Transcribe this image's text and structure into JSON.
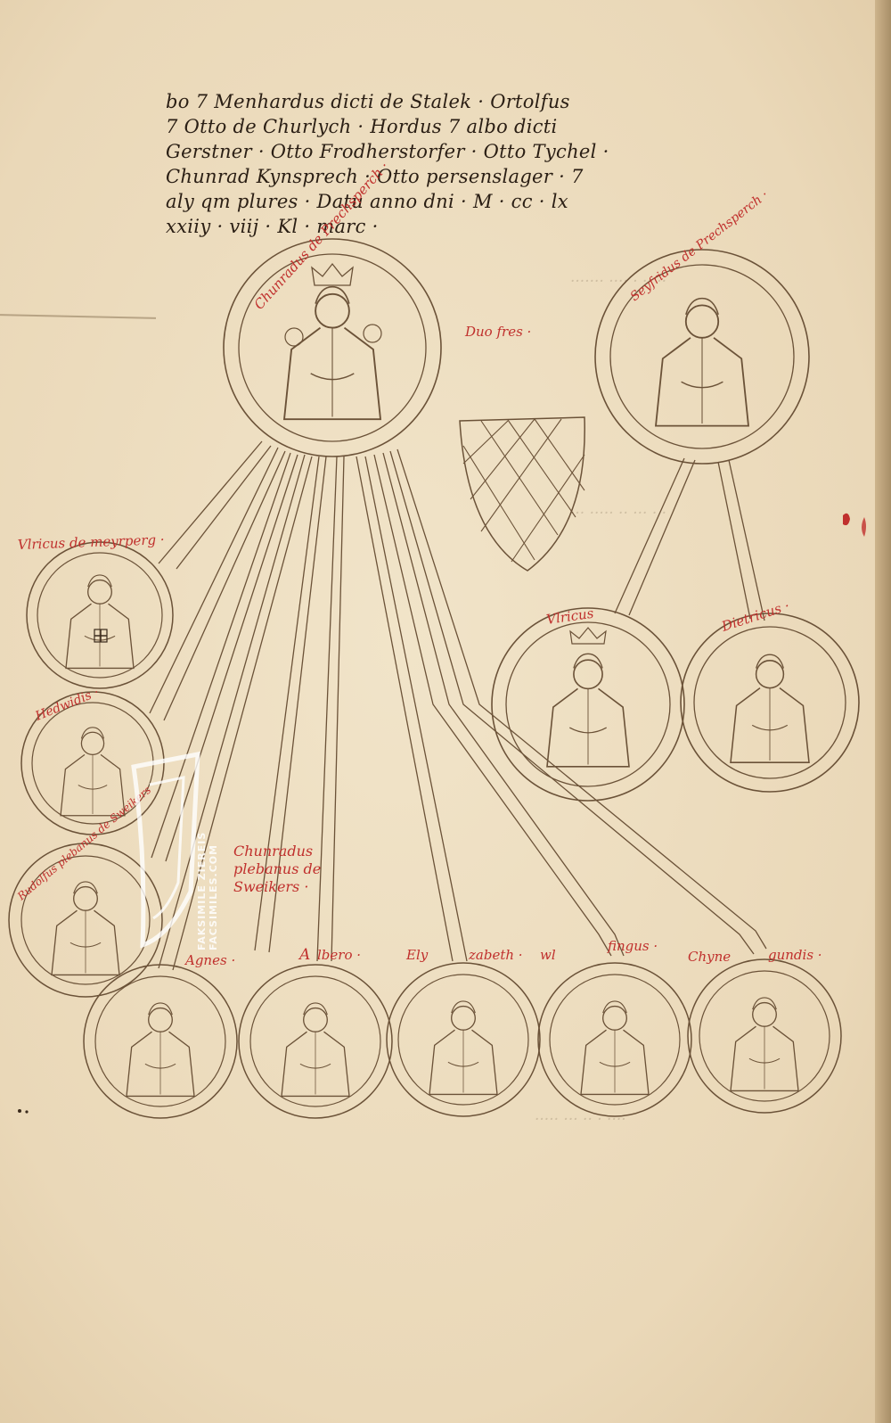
{
  "text_lines": [
    "bo 7 Menhardus dicti de Stalek · Ortolfus",
    "7 Otto de Churlych · Hordus 7 albo dicti",
    "Gerstner · Otto Frodherstorfer · Otto Tychel ·",
    "Chunrad Kynsprech · Otto persenslager · 7",
    "aly qm plures · Datu anno dni · M · cc · lx",
    "xxiiy · viij · Kl · marc ·"
  ],
  "labels": {
    "chunradus_top": "Chunradus de Prechsperch ·",
    "seyfridus": "Seyfridus de Prechsperch ·",
    "duo_fres": "Duo fres ·",
    "ulricus_m": "Vlricus de meyrperg ·",
    "hedwigis": "Hedwidis ·",
    "rudolfus": "Rudolfus plebanus de Sweikers",
    "chunradus_pleb": [
      "Chunradus",
      "plebanus de",
      "Sweikers ·"
    ],
    "agnes": "Agnes ·",
    "albero": [
      "A",
      "lbero ·"
    ],
    "elyzabeth": [
      "Ely",
      "zabeth ·"
    ],
    "wlfingus": [
      "wl",
      "fingus ·"
    ],
    "chunegundis": [
      "Chyne",
      "gundis ·"
    ],
    "vlricus": "Vlricus",
    "dietricus": "Dietricus ·"
  },
  "watermark": "FAKSIMILE ZIEREIS FACSIMILES.COM",
  "colors": {
    "ink": "#5a4530",
    "rubric": "#c0302d",
    "parchment": "#ecdcc0"
  }
}
